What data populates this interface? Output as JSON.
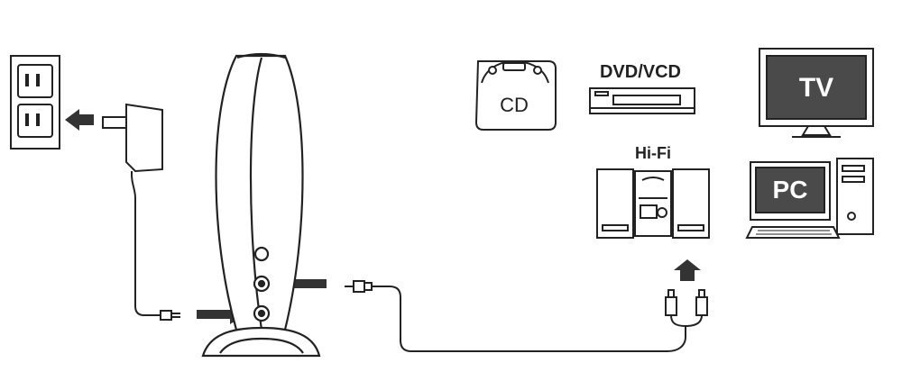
{
  "labels": {
    "cd": "CD",
    "dvd": "DVD/VCD",
    "tv": "TV",
    "hifi": "Hi-Fi",
    "pc": "PC"
  },
  "colors": {
    "stroke": "#222222",
    "screen": "#4a4a4a",
    "arrow": "#333333"
  },
  "icons": [
    "power-outlet-icon",
    "power-adapter-icon",
    "receiver-icon",
    "cd-icon",
    "dvd-player-icon",
    "tv-icon",
    "hifi-system-icon",
    "pc-icon",
    "rca-plug-icon",
    "arrow-icon"
  ]
}
